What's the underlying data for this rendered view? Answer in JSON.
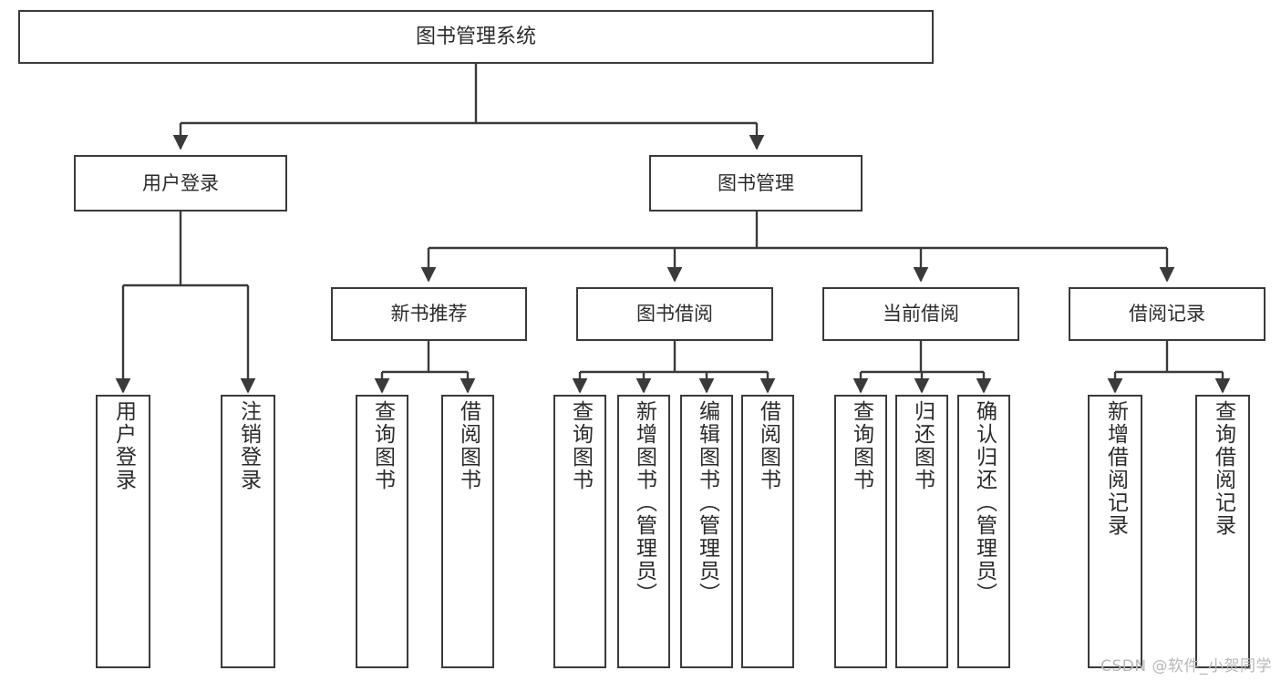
{
  "diagram": {
    "title": "图书管理系统",
    "type": "tree-hierarchy-chart",
    "root": {
      "label": "图书管理系统"
    },
    "level2": [
      {
        "label": "用户登录"
      },
      {
        "label": "图书管理"
      }
    ],
    "level3": [
      {
        "label": "新书推荐"
      },
      {
        "label": "图书借阅"
      },
      {
        "label": "当前借阅"
      },
      {
        "label": "借阅记录"
      }
    ],
    "leaves": [
      {
        "label": "用户登录"
      },
      {
        "label": "注销登录"
      },
      {
        "label": "查询图书"
      },
      {
        "label": "借阅图书"
      },
      {
        "label": "查询图书"
      },
      {
        "label": "新增图书（管理员）"
      },
      {
        "label": "编辑图书（管理员）"
      },
      {
        "label": "借阅图书"
      },
      {
        "label": "查询图书"
      },
      {
        "label": "归还图书"
      },
      {
        "label": "确认归还（管理员）"
      },
      {
        "label": "新增借阅记录"
      },
      {
        "label": "查询借阅记录"
      }
    ]
  },
  "watermark": {
    "text": "CSDN @软件_小贺同学"
  },
  "colors": {
    "border": "#3a3a3a",
    "background": "#ffffff",
    "text": "#2b2b2b",
    "watermark": "#b8b8b8"
  }
}
